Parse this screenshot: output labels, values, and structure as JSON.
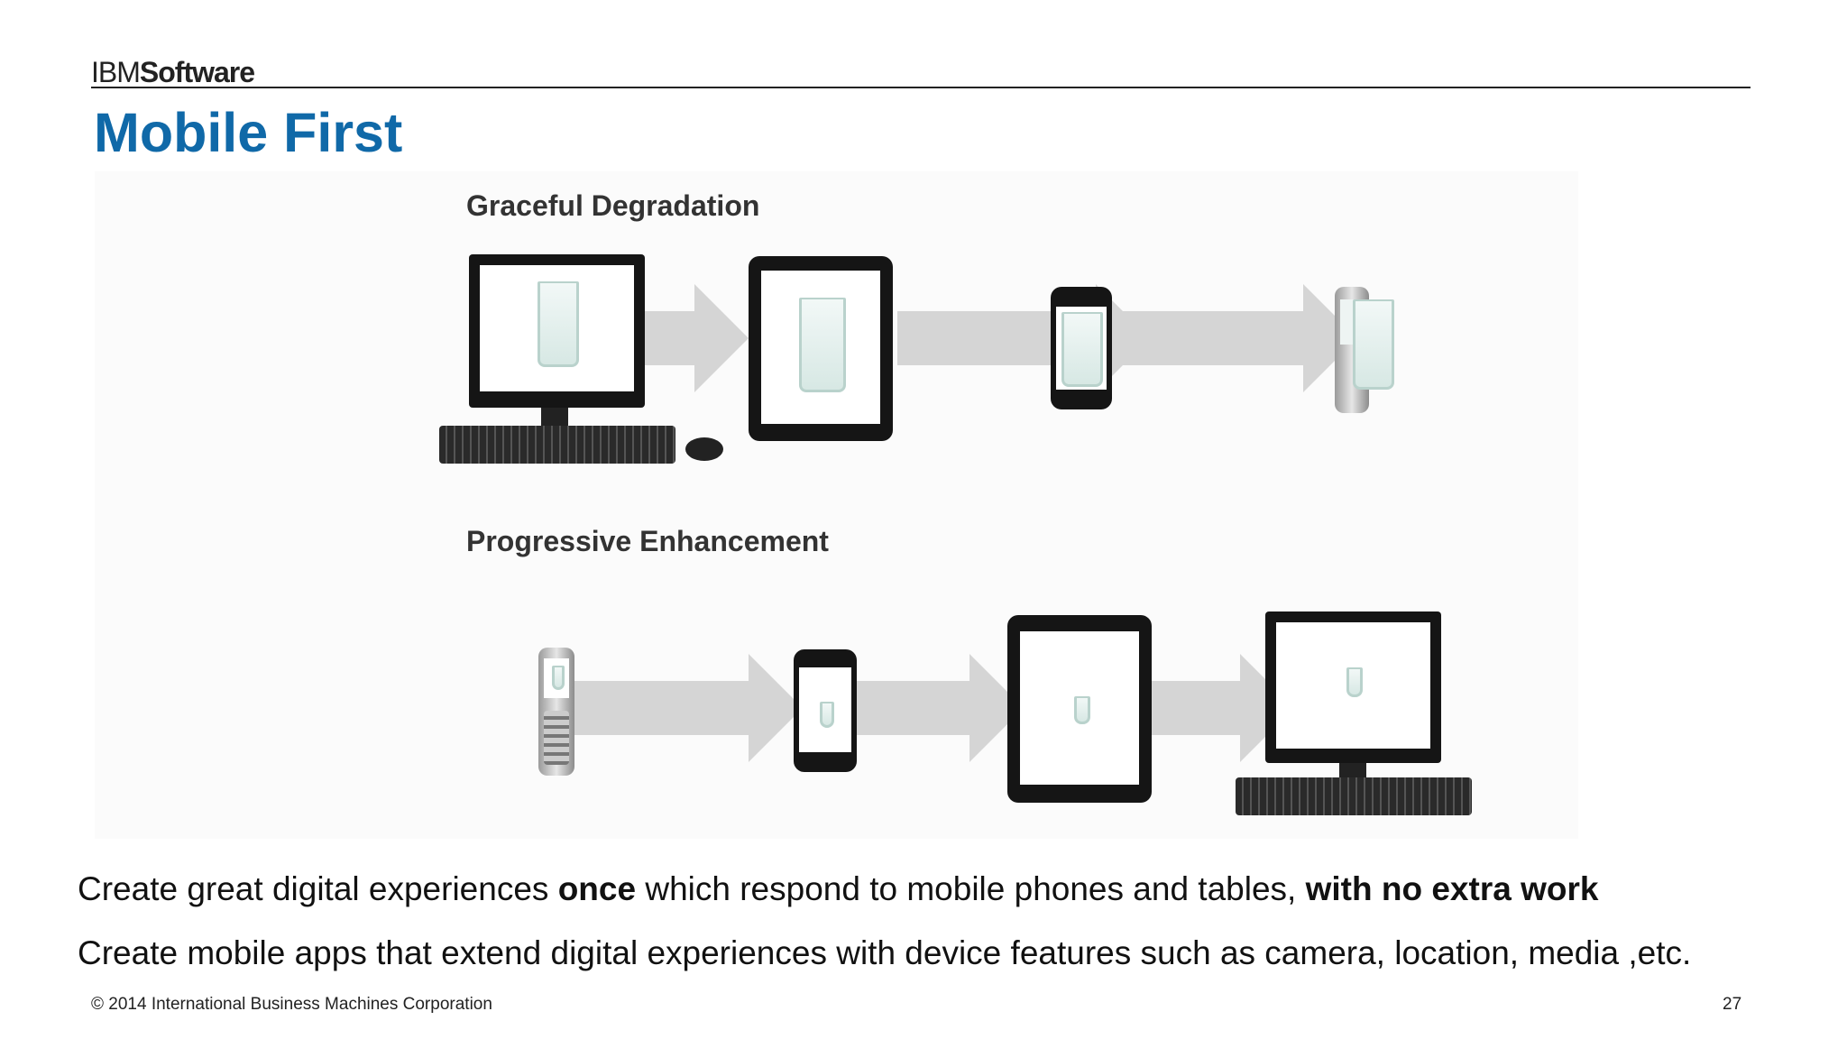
{
  "header": {
    "brand_light": "IBM",
    "brand_bold": "Software"
  },
  "slide": {
    "title": "Mobile First"
  },
  "figure": {
    "section1_label": "Graceful Degradation",
    "section2_label": "Progressive Enhancement"
  },
  "body": {
    "line1_part1": "Create great digital experiences ",
    "line1_bold1": "once",
    "line1_part2": " which respond to mobile phones and tables, ",
    "line1_bold2": "with no extra work",
    "line2": "Create mobile apps that extend digital experiences with device features such as camera, location, media ,etc."
  },
  "footer": {
    "copyright": "© 2014 International Business Machines Corporation",
    "page_number": "27"
  },
  "colors": {
    "title": "#1069a8",
    "arrow": "#d5d5d5",
    "device": "#151515"
  }
}
